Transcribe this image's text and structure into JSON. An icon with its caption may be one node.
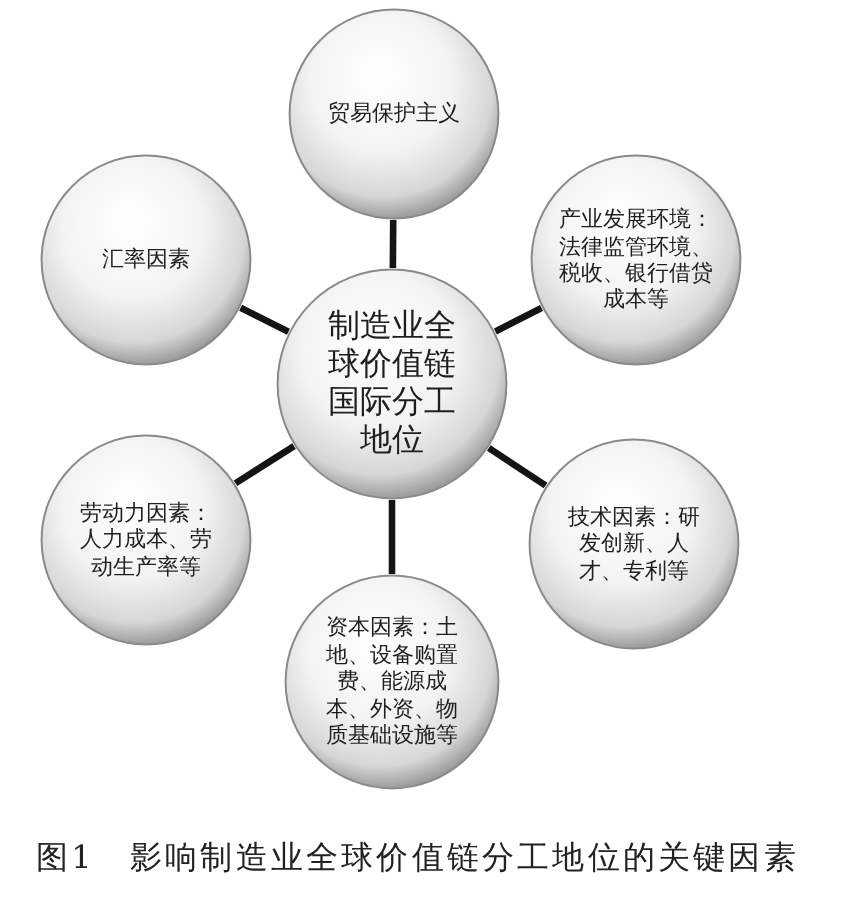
{
  "diagram": {
    "caption": "图1　影响制造业全球价值链分工地位的关键因素",
    "nodes": [
      {
        "text": [
          "贸易保护主义"
        ]
      },
      {
        "text": [
          "汇率因素"
        ]
      },
      {
        "text": [
          "产业发展环境：法律监管环境、税收、银行借贷成本等"
        ]
      },
      {
        "text": [
          "制造业全球价值链国际分工地位"
        ]
      },
      {
        "text": [
          "劳动力因素：人力成本、劳动生产率等"
        ]
      },
      {
        "text": [
          "技术因素：研发创新、人才、专利等"
        ]
      },
      {
        "text": [
          "资本因素：土地、设备购置费、能源成本、外资、物质基础设施等"
        ]
      }
    ],
    "edges": [
      {
        "from": 3,
        "to": 0,
        "arrow": "none"
      },
      {
        "from": 3,
        "to": 1,
        "arrow": "none"
      },
      {
        "from": 3,
        "to": 2,
        "arrow": "none"
      },
      {
        "from": 3,
        "to": 4,
        "arrow": "none"
      },
      {
        "from": 3,
        "to": 5,
        "arrow": "none"
      },
      {
        "from": 3,
        "to": 6,
        "arrow": "none"
      }
    ]
  }
}
